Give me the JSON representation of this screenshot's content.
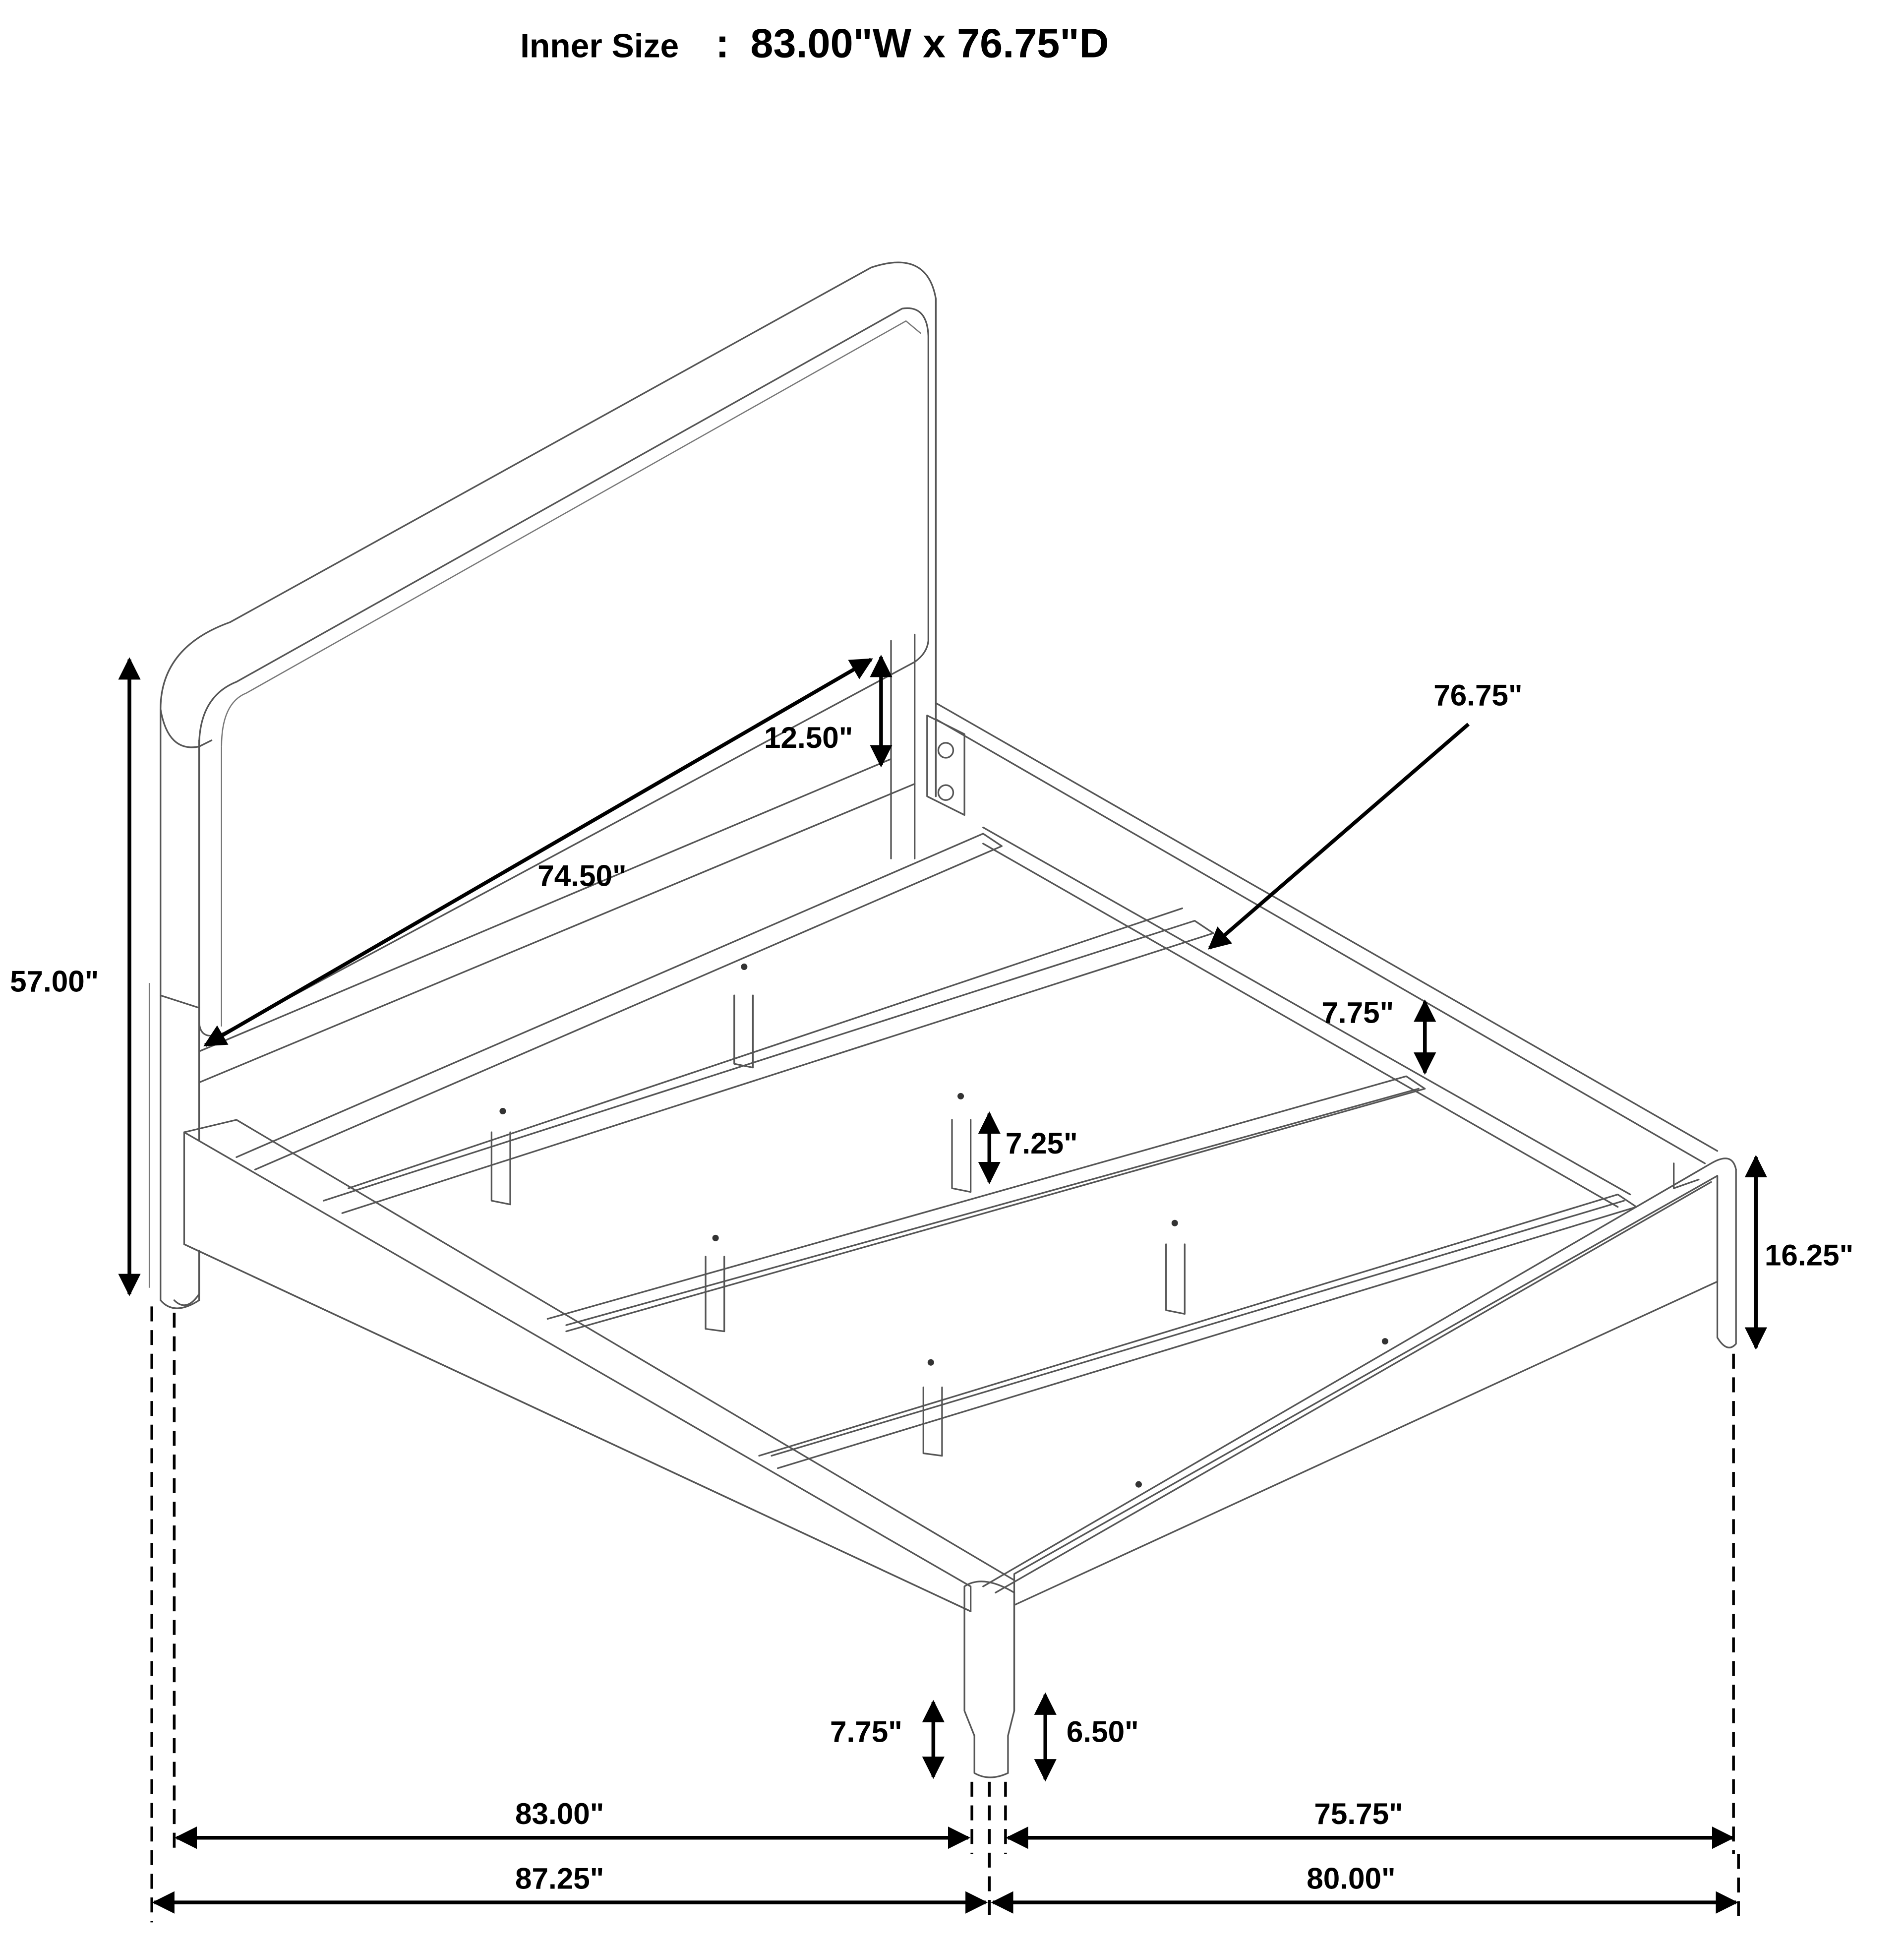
{
  "header": {
    "label": "Inner Size",
    "separator": ":",
    "value": "83.00\"W x 76.75\"D"
  },
  "dimensions": {
    "overall_height": "57.00\"",
    "headboard_panel_width": "74.50\"",
    "headboard_panel_gap": "12.50\"",
    "inner_depth": "76.75\"",
    "side_rail_height": "7.75\"",
    "slat_support_height": "7.25\"",
    "footboard_height": "16.25\"",
    "clearance_left": "7.75\"",
    "clearance_right": "6.50\"",
    "inner_width": "83.00\"",
    "outer_width": "87.25\"",
    "inner_length": "75.75\"",
    "outer_length": "80.00\""
  },
  "colors": {
    "line": "#555555",
    "dimension": "#000000",
    "background": "#ffffff"
  }
}
